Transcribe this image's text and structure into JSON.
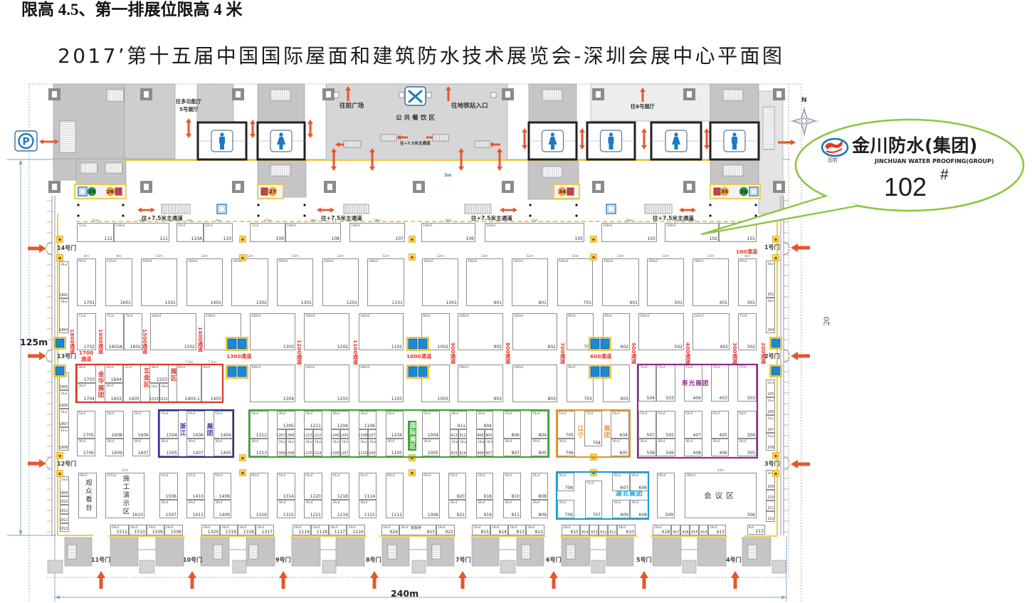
{
  "header": {
    "notice": "限高 4.5、第一排展位限高 4 米",
    "title": "2017’第十五届中国国际屋面和建筑防水技术展览会-深圳会展中心平面图"
  },
  "map": {
    "dimensions": {
      "width": "240m",
      "depth": "125m",
      "side_mark": "20"
    },
    "compass_north": "N",
    "parking": "P",
    "facilities": {
      "to_multi_hall": "往多功能厅",
      "to_hall_5": "5号展厅",
      "to_front_plaza": "往前广场",
      "to_metro": "往地铁站入口",
      "dining_area": "公 共 餐 饮 区",
      "dining_passage": "往+7.5米主通道",
      "to_hall_6": "往6号展厅",
      "clearance": "3m"
    },
    "main_passages": [
      "往+7.5米主通道",
      "往+7.5米主通道",
      "往+7.5米主通道",
      "往+7.5米主通道"
    ],
    "restrooms": [
      {
        "type": "male"
      },
      {
        "type": "female"
      },
      {
        "type": "female"
      },
      {
        "type": "male"
      },
      {
        "type": "female"
      },
      {
        "type": "male"
      }
    ],
    "markers": [
      {
        "label": "25",
        "color": "#14a04a"
      },
      {
        "label": "26",
        "color": "#f5a040"
      },
      {
        "label": "27",
        "color": "#f5a040"
      },
      {
        "label": "34",
        "color": "#f5a040"
      },
      {
        "label": "35",
        "color": "#f5a040"
      },
      {
        "label": "36",
        "color": "#14a04a"
      }
    ],
    "doors": {
      "west": [
        "14号门",
        "13号门",
        "12号门"
      ],
      "east": [
        "1号门",
        "2号门",
        "3号门"
      ],
      "south": [
        "11号门",
        "10号门",
        "9号门",
        "8号门",
        "7号门",
        "6号门",
        "5号门",
        "4号门"
      ]
    },
    "channels": {
      "horizontal": [
        "1700通道",
        "1300通道",
        "1000通道",
        "600通道",
        "100通道"
      ],
      "vertical": [
        "1800通道",
        "1600通道",
        "1500通道",
        "1400通道",
        "1200通道",
        "1100通道",
        "900通道",
        "800通道",
        "700通道",
        "500通道",
        "400通道",
        "300通道",
        "200通道"
      ]
    },
    "zones": [
      {
        "id": "red",
        "color": "#d9372b",
        "labels": [
          "金华展团",
          "五金区",
          "展区"
        ]
      },
      {
        "id": "blue",
        "color": "#2e3192",
        "labels": [
          "浙江",
          "展团"
        ]
      },
      {
        "id": "green",
        "color": "#3aa935",
        "labels": [
          "国际展区"
        ]
      },
      {
        "id": "orange",
        "color": "#e39a2d",
        "labels": [
          "辽宁",
          "展团"
        ]
      },
      {
        "id": "purple",
        "color": "#93278f",
        "labels": [
          "寿光展团"
        ]
      },
      {
        "id": "cyan",
        "color": "#1b9fd6",
        "labels": [
          "湖北展团"
        ]
      }
    ],
    "booths": {
      "row1": [
        {
          "no": "112",
          "area": "72㎡",
          "dim": "12m"
        },
        {
          "no": "111",
          "area": "108㎡",
          "dim": "18m"
        },
        {
          "no": "110A",
          "area": "54㎡",
          "dim": "9m"
        },
        {
          "no": "110",
          "area": "54㎡",
          "dim": "9m"
        },
        {
          "no": "109",
          "area": "72㎡",
          "dim": "12m"
        },
        {
          "no": "108",
          "area": "108㎡",
          "dim": "18m"
        },
        {
          "no": "107",
          "area": "108㎡",
          "dim": "18m"
        },
        {
          "no": "106",
          "area": "108㎡",
          "dim": "18m"
        },
        {
          "no": "105",
          "area": "108㎡",
          "dim": "12m"
        },
        {
          "no": "103",
          "area": "108㎡",
          "dim": "18m"
        },
        {
          "no": "102",
          "area": "108㎡",
          "dim": "18m"
        },
        {
          "no": "101"
        }
      ],
      "row2": [
        {
          "no": "1701",
          "area": "90㎡",
          "dim": "6m"
        },
        {
          "no": "1601",
          "area": "135㎡",
          "dim": "9m"
        },
        {
          "no": "1501",
          "area": "180㎡",
          "dim": "12m"
        },
        {
          "no": "1401",
          "area": "180㎡",
          "dim": "12m"
        },
        {
          "no": "1302",
          "area": "180㎡",
          "dim": "12m"
        },
        {
          "no": "1301",
          "area": "180㎡",
          "dim": "12m"
        },
        {
          "no": "1201",
          "area": "180㎡",
          "dim": "12m"
        },
        {
          "no": "1101",
          "area": "180㎡",
          "dim": "12m"
        },
        {
          "no": "1001",
          "area": "180㎡",
          "dim": "12m"
        },
        {
          "no": "901",
          "area": "180㎡",
          "dim": "12m"
        },
        {
          "no": "801",
          "area": "180㎡",
          "dim": "12m"
        },
        {
          "no": "701",
          "area": "180㎡",
          "dim": "12m"
        },
        {
          "no": "601",
          "area": "180㎡",
          "dim": "12m"
        },
        {
          "no": "501",
          "area": "180㎡",
          "dim": "12m"
        },
        {
          "no": "401",
          "area": "180㎡",
          "dim": "12m"
        },
        {
          "no": "301",
          "area": "90㎡",
          "dim": "6m"
        }
      ],
      "row3": [
        {
          "no": "1702",
          "area": "72㎡"
        },
        {
          "no": "1602A",
          "area": "72㎡"
        },
        {
          "no": "1602",
          "area": "72㎡"
        },
        {
          "no": "1502",
          "area": "180㎡"
        },
        {
          "no": "1402",
          "area": "108㎡"
        },
        {
          "no": "1303",
          "area": "180㎡"
        },
        {
          "no": "1202",
          "area": "180㎡"
        },
        {
          "no": "1102",
          "area": "180㎡"
        },
        {
          "no": "1002",
          "area": "90㎡"
        },
        {
          "no": "902",
          "area": "180㎡"
        },
        {
          "no": "802",
          "area": "180㎡"
        },
        {
          "no": "702",
          "area": "90㎡"
        },
        {
          "no": "602",
          "area": "90㎡"
        },
        {
          "no": "502",
          "area": "180㎡"
        },
        {
          "no": "402",
          "area": "144㎡"
        },
        {
          "no": "302",
          "area": "72㎡"
        }
      ],
      "row4": [
        {
          "no": "1703",
          "area": "36㎡"
        },
        {
          "no": "1704",
          "area": "36㎡"
        },
        {
          "no": "1604",
          "area": "36㎡"
        },
        {
          "no": "1603",
          "area": "36㎡"
        },
        {
          "no": "1605",
          "area": "72㎡"
        },
        {
          "no": "1503",
          "area": "36㎡"
        },
        {
          "no": "1513",
          "area": "18㎡"
        },
        {
          "no": "1512",
          "area": "18㎡"
        },
        {
          "no": "1403-1",
          "area": "90㎡",
          "dim": "7.5m"
        },
        {
          "no": "1403",
          "area": "90㎡",
          "dim": "7.5m"
        },
        {
          "no": "1304",
          "area": "180㎡"
        },
        {
          "no": "1203",
          "area": "180㎡"
        },
        {
          "no": "1103",
          "area": "180㎡"
        },
        {
          "no": "1003",
          "area": "90㎡"
        },
        {
          "no": "903",
          "area": "180㎡"
        },
        {
          "no": "803",
          "area": "180㎡"
        },
        {
          "no": "703",
          "area": "90㎡"
        },
        {
          "no": "603",
          "area": "90㎡"
        },
        {
          "no": "504",
          "area": "72㎡"
        },
        {
          "no": "503",
          "area": "72㎡"
        },
        {
          "no": "404",
          "area": "72㎡"
        },
        {
          "no": "403",
          "area": "72㎡"
        },
        {
          "no": "303",
          "area": "72㎡"
        }
      ],
      "row5": [
        {
          "no": "1705",
          "area": "54㎡"
        },
        {
          "no": "1706",
          "area": "36㎡"
        },
        {
          "no": "1608",
          "area": "54㎡"
        },
        {
          "no": "1609",
          "area": "36㎡"
        },
        {
          "no": "1606",
          "area": "54㎡"
        },
        {
          "no": "1607",
          "area": "36㎡"
        },
        {
          "no": "1504",
          "area": "54㎡"
        },
        {
          "no": "1505",
          "area": "36㎡"
        },
        {
          "no": "1406",
          "area": "54㎡"
        },
        {
          "no": "1407",
          "area": "36㎡"
        },
        {
          "no": "1404",
          "area": "54㎡"
        },
        {
          "no": "1405",
          "area": "36㎡"
        },
        {
          "no": "1312",
          "area": "54㎡"
        },
        {
          "no": "1313",
          "area": "36㎡"
        },
        {
          "no": "1305",
          "area": "36㎡"
        },
        {
          "no": "1307"
        },
        {
          "no": "1306"
        },
        {
          "no": "1309",
          "area": "18㎡"
        },
        {
          "no": "1308",
          "area": "18㎡"
        },
        {
          "no": "1211",
          "area": "36㎡"
        },
        {
          "no": "1213"
        },
        {
          "no": "1212"
        },
        {
          "no": "1215",
          "area": "18㎡"
        },
        {
          "no": "1214",
          "area": "18㎡"
        },
        {
          "no": "1204",
          "area": "36㎡"
        },
        {
          "no": "1206"
        },
        {
          "no": "1205"
        },
        {
          "no": "1208",
          "area": "18㎡"
        },
        {
          "no": "1207",
          "area": "18㎡"
        },
        {
          "no": "1106",
          "area": "36㎡"
        },
        {
          "no": "1108"
        },
        {
          "no": "1107"
        },
        {
          "no": "1110",
          "area": "18㎡"
        },
        {
          "no": "1109",
          "area": "18㎡"
        },
        {
          "no": "1104",
          "area": "54㎡"
        },
        {
          "no": "1105",
          "area": "36㎡"
        },
        {
          "no": "1004",
          "area": "54㎡"
        },
        {
          "no": "1005",
          "area": "36㎡"
        },
        {
          "no": "911",
          "area": "36㎡"
        },
        {
          "no": "913"
        },
        {
          "no": "912"
        },
        {
          "no": "915",
          "area": "18㎡"
        },
        {
          "no": "914",
          "area": "18㎡"
        },
        {
          "no": "904",
          "area": "36㎡"
        },
        {
          "no": "906"
        },
        {
          "no": "905"
        },
        {
          "no": "908",
          "area": "18㎡"
        },
        {
          "no": "907",
          "area": "18㎡"
        },
        {
          "no": "806",
          "area": "54㎡"
        },
        {
          "no": "807",
          "area": "36㎡"
        },
        {
          "no": "804",
          "area": "54㎡"
        },
        {
          "no": "805",
          "area": "36㎡"
        },
        {
          "no": "705",
          "area": "54㎡"
        },
        {
          "no": "706",
          "area": "36㎡"
        },
        {
          "no": "704",
          "area": "72㎡"
        },
        {
          "no": "604",
          "area": "54㎡"
        },
        {
          "no": "605",
          "area": "36㎡"
        },
        {
          "no": "507",
          "area": "54㎡"
        },
        {
          "no": "508",
          "area": "36㎡"
        },
        {
          "no": "505",
          "area": "54㎡"
        },
        {
          "no": "506",
          "area": "36㎡"
        },
        {
          "no": "407",
          "area": "54㎡"
        },
        {
          "no": "408",
          "area": "36㎡"
        },
        {
          "no": "405",
          "area": "54㎡"
        },
        {
          "no": "406",
          "area": "36㎡"
        },
        {
          "no": "304",
          "area": "54㎡"
        },
        {
          "no": "305",
          "area": "36㎡"
        }
      ],
      "row6": [
        {
          "name": "观众看台",
          "area": "90㎡"
        },
        {
          "name": "施工演示区",
          "area": "165㎡",
          "no": "1610",
          "dim": "15m"
        },
        {
          "no": "1506",
          "area": "54㎡"
        },
        {
          "no": "1507",
          "area": "36㎡"
        },
        {
          "no": "1410",
          "area": "54㎡"
        },
        {
          "no": "1411",
          "area": "36㎡"
        },
        {
          "no": "1408",
          "area": "54㎡"
        },
        {
          "no": "1409",
          "area": "36㎡"
        },
        {
          "no": "1316",
          "area": "90㎡"
        },
        {
          "no": "1314",
          "area": "54㎡"
        },
        {
          "no": "1315",
          "area": "36㎡"
        },
        {
          "no": "1220",
          "area": "54㎡"
        },
        {
          "no": "1221",
          "area": "36㎡"
        },
        {
          "no": "1218",
          "area": "54㎡"
        },
        {
          "no": "1219",
          "area": "36㎡"
        },
        {
          "no": "1114",
          "area": "54㎡"
        },
        {
          "no": "1115",
          "area": "36㎡"
        },
        {
          "no": "1112",
          "area": "90㎡"
        },
        {
          "no": "1006",
          "area": "90㎡"
        },
        {
          "no": "920",
          "area": "54㎡"
        },
        {
          "no": "921",
          "area": "36㎡"
        },
        {
          "no": "918",
          "area": "54㎡"
        },
        {
          "no": "919",
          "area": "36㎡"
        },
        {
          "no": "810",
          "area": "54㎡"
        },
        {
          "no": "811",
          "area": "36㎡"
        },
        {
          "no": "808",
          "area": "54㎡"
        },
        {
          "no": "809",
          "area": "36㎡"
        },
        {
          "no": "708",
          "area": "36㎡"
        },
        {
          "no": "709",
          "area": "36㎡"
        },
        {
          "no": "707",
          "area": "72㎡"
        },
        {
          "no": "607",
          "area": "36㎡"
        },
        {
          "no": "606",
          "area": "36㎡"
        },
        {
          "no": "609",
          "area": "36㎡"
        },
        {
          "no": "608",
          "area": "36㎡"
        },
        {
          "no": "509",
          "area": "90㎡"
        },
        {
          "name": "会议区",
          "area": "360㎡",
          "no": "306",
          "dim": "24m"
        }
      ],
      "row7": [
        {
          "no": "1511",
          "area": "18㎡"
        },
        {
          "no": "1510",
          "area": "18㎡"
        },
        {
          "no": "1509",
          "area": "18㎡"
        },
        {
          "no": "1508",
          "area": "18㎡"
        },
        {
          "no": "1320",
          "area": "18㎡"
        },
        {
          "no": "1319",
          "area": "18㎡"
        },
        {
          "no": "1318",
          "area": "18㎡"
        },
        {
          "no": "1317",
          "area": "18㎡"
        },
        {
          "no": "1119",
          "area": "18㎡"
        },
        {
          "no": "1118",
          "area": "18㎡"
        },
        {
          "no": "1117",
          "area": "18㎡"
        },
        {
          "no": "1116",
          "area": "18㎡"
        },
        {
          "no": "924",
          "area": "18㎡"
        },
        {
          "no": "923",
          "area": "36㎡",
          "name": "铁板桥"
        },
        {
          "no": "922",
          "area": "18㎡"
        },
        {
          "no": "815",
          "area": "18㎡"
        },
        {
          "no": "814",
          "area": "18㎡"
        },
        {
          "no": "813",
          "area": "18㎡"
        },
        {
          "no": "812",
          "area": "18㎡"
        },
        {
          "no": "615",
          "area": "18㎡"
        },
        {
          "no": "614"
        },
        {
          "no": "613"
        },
        {
          "no": "612"
        },
        {
          "no": "611"
        },
        {
          "no": "610",
          "area": "18㎡"
        },
        {
          "no": "418",
          "area": "18㎡"
        },
        {
          "no": "417"
        },
        {
          "no": "416"
        },
        {
          "no": "415"
        },
        {
          "no": "414"
        },
        {
          "no": "413",
          "area": "18㎡"
        },
        {
          "no": "213",
          "area": "8㎡"
        }
      ],
      "west_column": [
        {
          "no": "1802",
          "area": "36㎡"
        },
        {
          "no": "1804",
          "area": "36㎡"
        },
        {
          "no": "1805",
          "area": "16㎡"
        },
        {
          "no": "1806",
          "area": "16㎡"
        },
        {
          "no": "1807",
          "area": "16㎡"
        },
        {
          "no": "1808",
          "area": "16㎡"
        },
        {
          "no": "1809",
          "area": "16㎡"
        },
        {
          "no": "1810"
        },
        {
          "no": "1811"
        },
        {
          "no": "1812"
        },
        {
          "no": "1813"
        }
      ],
      "east_column": [
        {
          "no": "202",
          "area": "36㎡"
        },
        {
          "no": "204",
          "area": "36㎡"
        },
        {
          "no": "205",
          "area": "16㎡"
        },
        {
          "no": "206",
          "area": "16㎡"
        },
        {
          "no": "207",
          "area": "16㎡"
        },
        {
          "no": "208",
          "area": "16㎡"
        },
        {
          "no": "209",
          "area": "16㎡"
        },
        {
          "no": "210"
        },
        {
          "no": "211"
        },
        {
          "no": "212"
        }
      ]
    }
  },
  "callout": {
    "brand_cn": "金川防水(集团)",
    "brand_en": "JINCHUAN WATER PROOFING(GROUP)",
    "logo_caption": "固若",
    "booth_number": "102",
    "booth_suffix": "#"
  },
  "colors": {
    "arrow": "#e8552b",
    "channel_text": "#e8392f",
    "walkway_line": "#f0c52c",
    "dimension_line": "#7aa6cc",
    "restroom_icon": "#1a7bc4",
    "facility_blue": "#1b8ad0",
    "callout_border": "#8cc63f"
  }
}
